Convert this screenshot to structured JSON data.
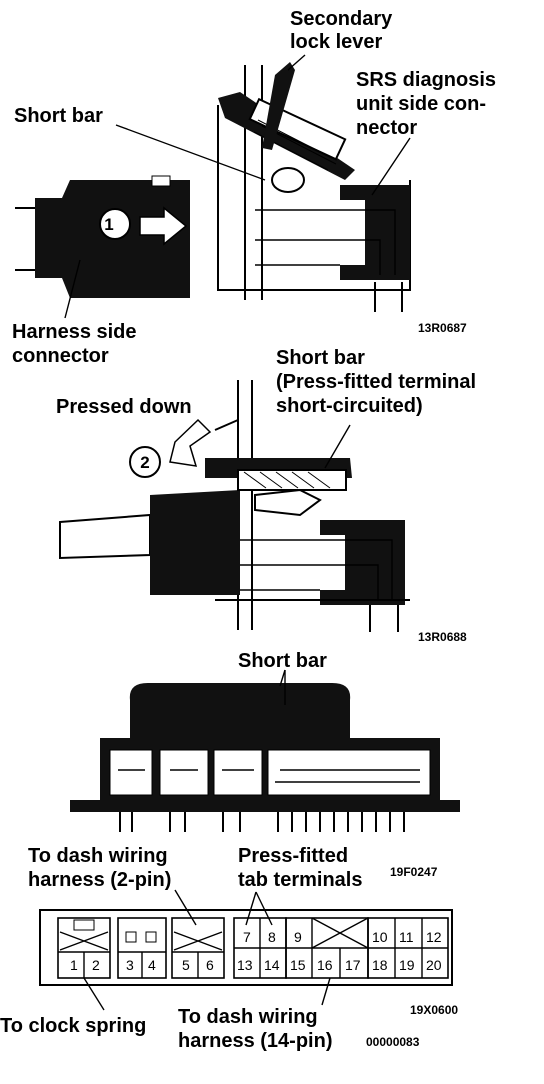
{
  "labels": {
    "secondary_lock_1": "Secondary",
    "secondary_lock_2": "lock lever",
    "srs_1": "SRS diagnosis",
    "srs_2": "unit side con-",
    "srs_3": "nector",
    "short_bar_top": "Short bar",
    "harness_1": "Harness side",
    "harness_2": "connector",
    "step1": "1",
    "code1": "13R0687",
    "short_bar_mid": "Short bar",
    "press_fitted_1": "(Press-fitted terminal",
    "press_fitted_2": "short-circuited)",
    "pressed_down": "Pressed down",
    "step2": "2",
    "code2": "13R0688",
    "short_bar_bottom": "Short bar",
    "dash2_1": "To dash wiring",
    "dash2_2": "harness (2-pin)",
    "tab_1": "Press-fitted",
    "tab_2": "tab terminals",
    "code3": "19F0247",
    "clock": "To clock spring",
    "dash14_1": "To dash wiring",
    "dash14_2": "harness (14-pin)",
    "code4": "19X0600",
    "code5": "00000083"
  },
  "pins": [
    "1",
    "2",
    "3",
    "4",
    "5",
    "6",
    "7",
    "8",
    "9",
    "10",
    "11",
    "12",
    "13",
    "14",
    "15",
    "16",
    "17",
    "18",
    "19",
    "20"
  ]
}
